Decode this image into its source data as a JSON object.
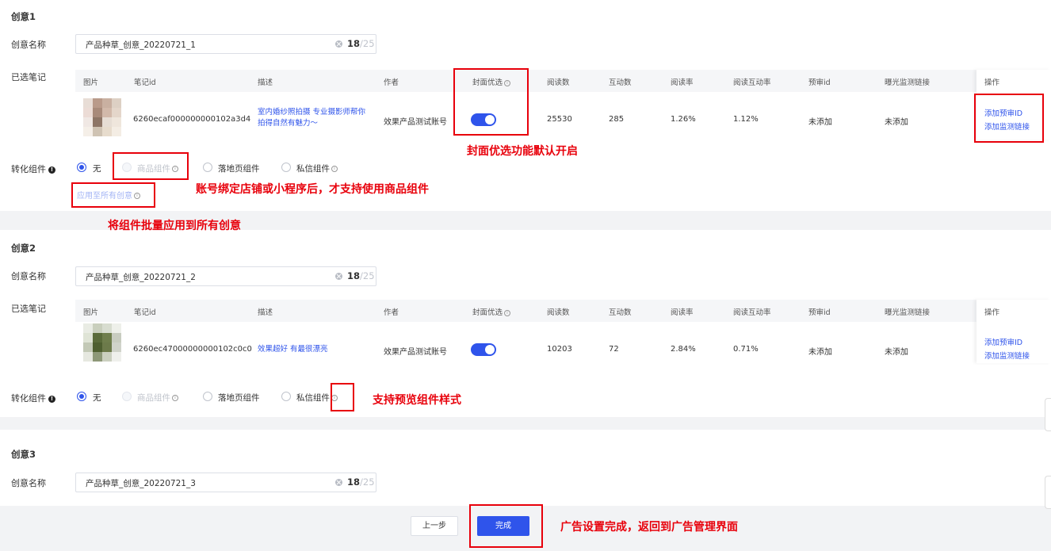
{
  "common": {
    "name_label": "创意名称",
    "notes_label": "已选笔记",
    "component_label": "转化组件",
    "count_max": "/25",
    "headers": [
      "图片",
      "笔记id",
      "描述",
      "作者",
      "封面优选",
      "阅读数",
      "互动数",
      "阅读率",
      "阅读互动率",
      "预审id",
      "曝光监测链接",
      "操作"
    ],
    "radio_options": [
      "无",
      "商品组件",
      "落地页组件",
      "私信组件"
    ],
    "op_add_review": "添加预审ID",
    "op_add_monitor": "添加监测链接"
  },
  "creatives": [
    {
      "title": "创意1",
      "name_value": "产品种草_创意_20220721_1",
      "count": "18",
      "note": {
        "id": "6260ecaf000000000102a3d4",
        "desc": "室内婚纱照拍摄 专业摄影师帮你拍得自然有魅力～",
        "author": "效果产品测试账号",
        "cover_opt": true,
        "reads": "25530",
        "interactions": "285",
        "read_rate": "1.26%",
        "read_interact_rate": "1.12%",
        "review_id": "未添加",
        "monitor_link": "未添加"
      },
      "selected_component": "无",
      "apply_all": "应用至所有创意"
    },
    {
      "title": "创意2",
      "name_value": "产品种草_创意_20220721_2",
      "count": "18",
      "note": {
        "id": "6260ec47000000000102c0c0",
        "desc": "效果超好 有最很漂亮",
        "author": "效果产品测试账号",
        "cover_opt": true,
        "reads": "10203",
        "interactions": "72",
        "read_rate": "2.84%",
        "read_interact_rate": "0.71%",
        "review_id": "未添加",
        "monitor_link": "未添加"
      },
      "selected_component": "无"
    },
    {
      "title": "创意3",
      "name_value": "产品种草_创意_20220721_3",
      "count": "18"
    }
  ],
  "annotations": {
    "cover_default_on": "封面优选功能默认开启",
    "product_component_hint": "账号绑定店铺或小程序后，才支持使用商品组件",
    "apply_batch": "将组件批量应用到所有创意",
    "preview_support": "支持预览组件样式",
    "finish_hint": "广告设置完成，返回到广告管理界面"
  },
  "footer": {
    "prev": "上一步",
    "done": "完成"
  },
  "colors": {
    "primary": "#2f54eb",
    "annotation_red": "#e8000b"
  }
}
